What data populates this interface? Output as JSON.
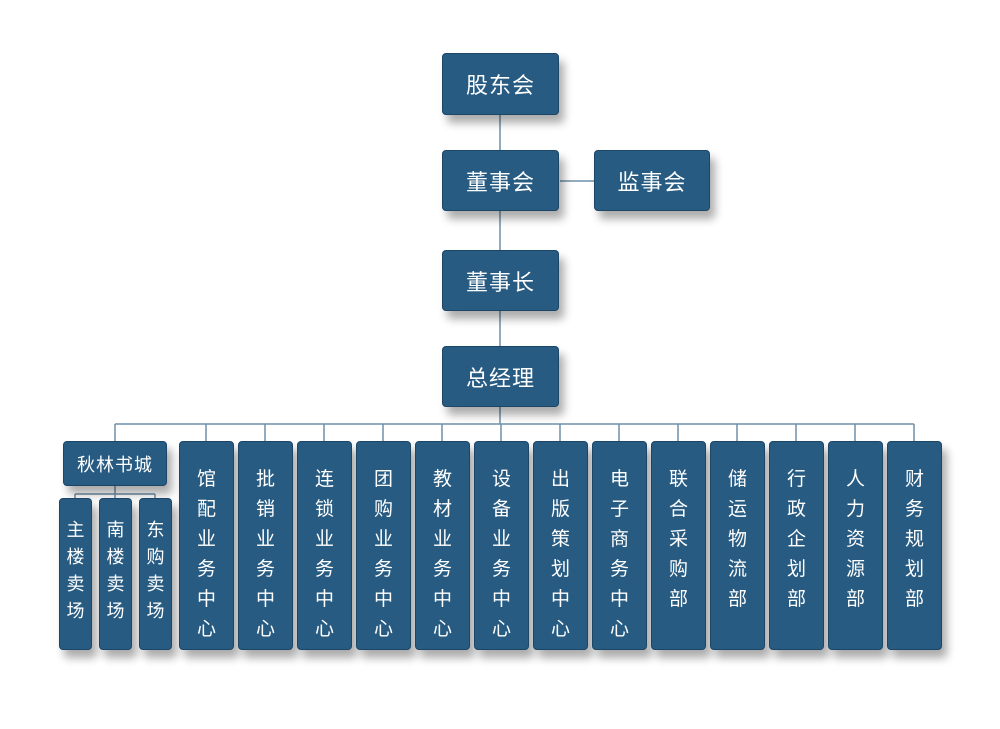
{
  "top": {
    "shareholders": "股东会",
    "board": "董事会",
    "supervisory": "监事会",
    "chairman": "董事长",
    "gm": "总经理"
  },
  "bookstore": {
    "name": "秋林书城",
    "units": [
      "主楼卖场",
      "南楼卖场",
      "东购卖场"
    ]
  },
  "departments": [
    "馆配业务中心",
    "批销业务中心",
    "连锁业务中心",
    "团购业务中心",
    "教材业务中心",
    "设备业务中心",
    "出版策划中心",
    "电子商务中心",
    "联合采购部",
    "储运物流部",
    "行政企划部",
    "人力资源部",
    "财务规划部"
  ],
  "colors": {
    "box": "#275b82",
    "line": "#6e8fa8",
    "text": "#ffffff"
  }
}
